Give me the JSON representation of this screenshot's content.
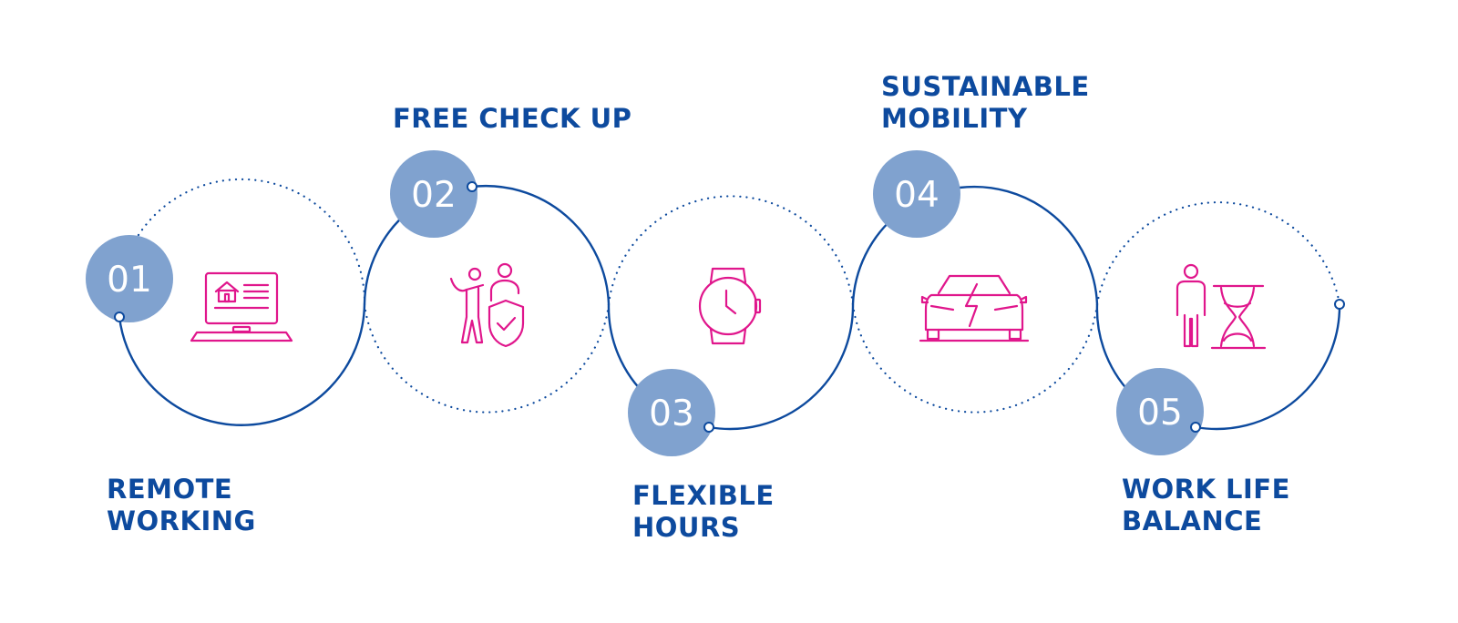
{
  "colors": {
    "accent_blue": "#0d4a9e",
    "number_circle": "#80a2cf",
    "icon_magenta": "#e0168c",
    "background": "#ffffff"
  },
  "steps": [
    {
      "number": "01",
      "label_lines": [
        "REMOTE",
        "WORKING"
      ],
      "icon": "laptop-house-icon"
    },
    {
      "number": "02",
      "label_lines": [
        "FREE CHECK UP"
      ],
      "icon": "health-protection-icon"
    },
    {
      "number": "03",
      "label_lines": [
        "FLEXIBLE",
        "HOURS"
      ],
      "icon": "wristwatch-icon"
    },
    {
      "number": "04",
      "label_lines": [
        "SUSTAINABLE",
        "MOBILITY"
      ],
      "icon": "electric-car-icon"
    },
    {
      "number": "05",
      "label_lines": [
        "WORK LIFE",
        "BALANCE"
      ],
      "icon": "person-hourglass-icon"
    }
  ]
}
